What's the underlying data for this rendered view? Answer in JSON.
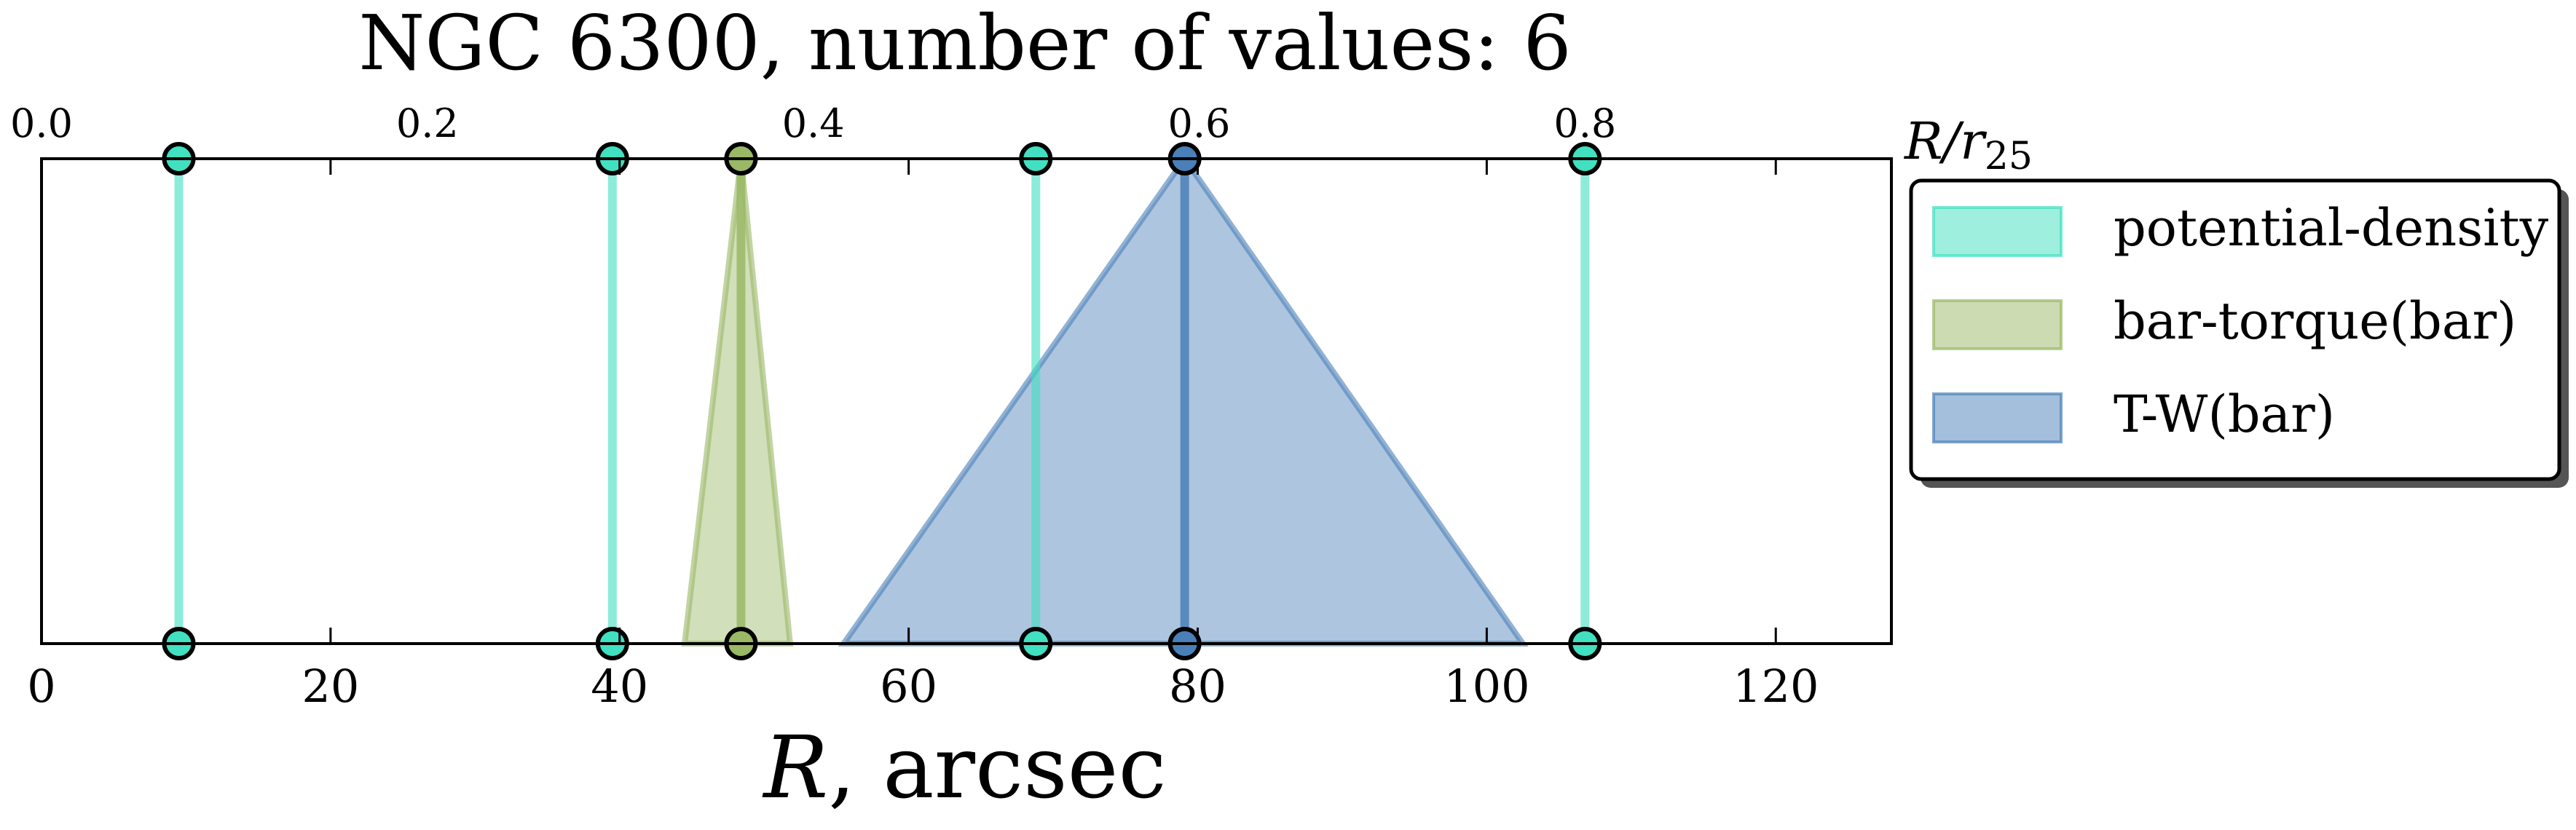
{
  "chart_data": {
    "type": "line",
    "title": "NGC 6300, number of values: 6",
    "xlabel": "R, arcsec",
    "x2label": "R/r25",
    "xlim": [
      0,
      128
    ],
    "x_ticks": [
      0,
      20,
      40,
      60,
      80,
      100,
      120
    ],
    "x2_ticks": [
      "0.0",
      "0.2",
      "0.4",
      "0.6",
      "0.8"
    ],
    "x2_tick_positions": [
      0,
      26.7,
      53.4,
      80.1,
      106.8
    ],
    "grid": false,
    "legend_position": "right",
    "series": [
      {
        "name": "potential-density",
        "color": "#40E0C0",
        "kind": "vline",
        "values": [
          9.5,
          39.5,
          68.8,
          106.8
        ]
      },
      {
        "name": "bar-torque(bar)",
        "color": "#9AB865",
        "kind": "vline-with-error",
        "values": [
          48.4
        ],
        "error_low": [
          44.5
        ],
        "error_high": [
          51.8
        ]
      },
      {
        "name": "T-W(bar)",
        "color": "#4A7FB8",
        "kind": "vline-with-error",
        "values": [
          79.1
        ],
        "error_low": [
          55.5
        ],
        "error_high": [
          102.5
        ]
      }
    ]
  }
}
